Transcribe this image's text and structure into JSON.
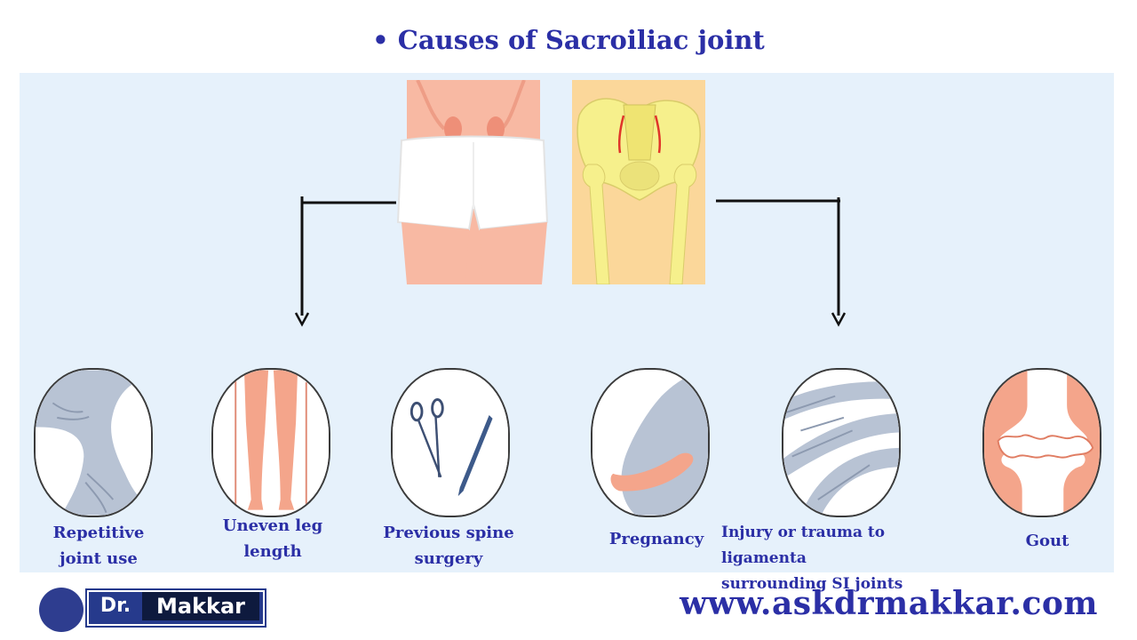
{
  "title": "• Causes of  Sacroiliac joint",
  "causes": [
    {
      "label_lines": [
        "Repetitive",
        "joint use"
      ],
      "icon": "knee-joint-icon"
    },
    {
      "label_lines": [
        "Uneven leg",
        "length"
      ],
      "icon": "legs-icon"
    },
    {
      "label_lines": [
        "Previous spine",
        "surgery"
      ],
      "icon": "surgical-tools-icon"
    },
    {
      "label_lines": [
        "Pregnancy"
      ],
      "icon": "pregnant-belly-icon"
    },
    {
      "label_lines": [
        "Injury or trauma to ligamenta",
        "surrounding SI joints"
      ],
      "icon": "ligament-icon"
    },
    {
      "label_lines": [
        "Gout"
      ],
      "icon": "gout-joint-icon"
    }
  ],
  "brand": {
    "logo_dr": "Dr.",
    "logo_name": "Makkar",
    "website": "www.askdrmakkar.com"
  },
  "colors": {
    "title": "#2b2fa6",
    "panel": "#e6f1fb",
    "skin": "#f4a58b",
    "bone": "#f6f08c",
    "ligament": "#b9c3d6",
    "brand_navy": "#263a8c"
  }
}
